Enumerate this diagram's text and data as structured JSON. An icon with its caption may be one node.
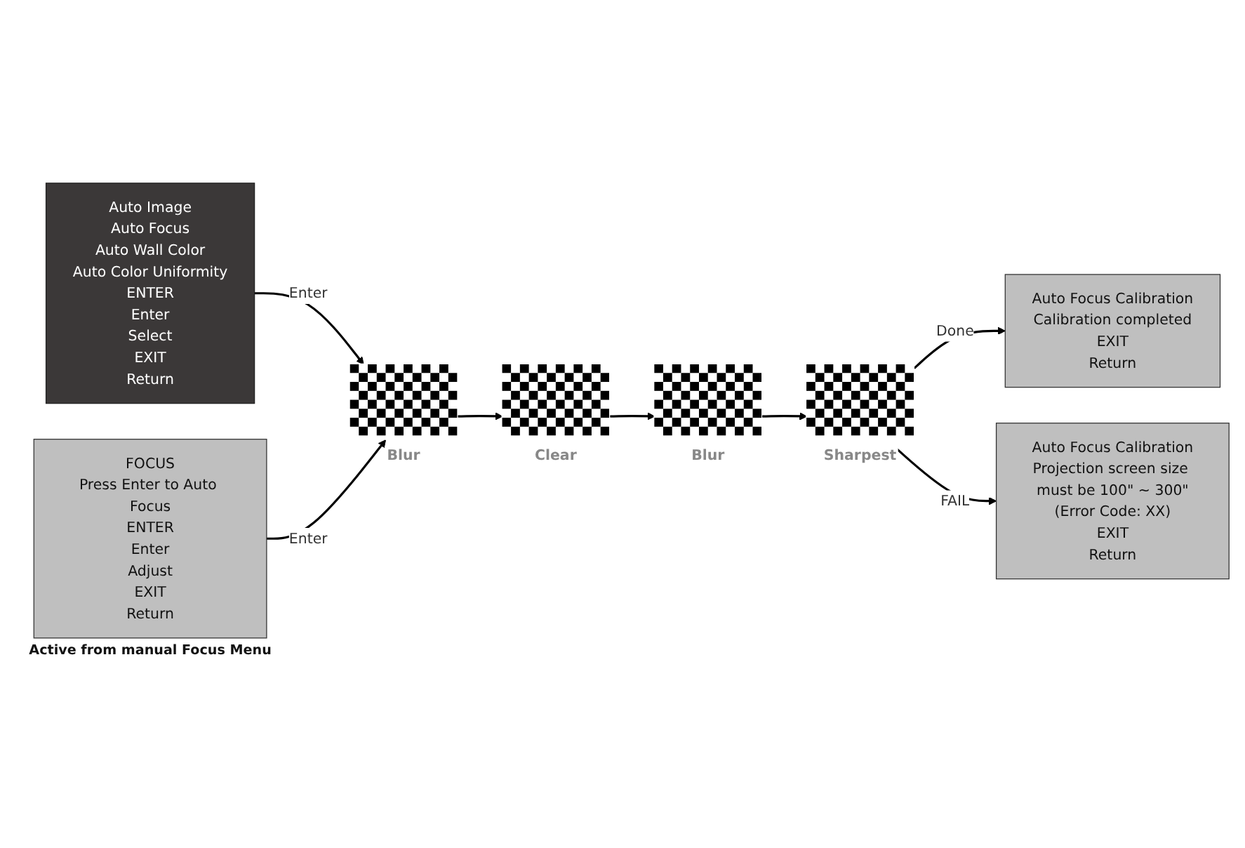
{
  "diagram": {
    "nodes": [
      {
        "text": [
          "Auto Image",
          "Auto Focus",
          "Auto Wall Color",
          "Auto Color Uniformity",
          "ENTER",
          "Enter",
          "Select",
          "EXIT",
          "Return"
        ]
      },
      {
        "text": [
          "FOCUS",
          "Press Enter to Auto Focus",
          "ENTER",
          "Enter",
          "Adjust",
          "EXIT",
          "Return"
        ],
        "beside": [
          "Active from manual Focus Menu"
        ]
      },
      {
        "text": [],
        "shape": "picture",
        "beside": [
          "Blur"
        ]
      },
      {
        "text": [],
        "shape": "picture",
        "beside": [
          "Clear"
        ]
      },
      {
        "text": [],
        "shape": "picture",
        "beside": [
          "Blur"
        ]
      },
      {
        "text": [],
        "shape": "picture",
        "beside": [
          "Sharpest"
        ]
      },
      {
        "text": [
          "Auto Focus Calibration",
          "Calibration completed",
          "EXIT",
          "Return"
        ]
      },
      {
        "text": [
          "Auto Focus Calibration",
          "Projection screen size must be 100\" ~ 300\"",
          "(Error Code: XX)",
          "EXIT",
          "Return"
        ]
      }
    ],
    "edges": [
      {
        "from": 0,
        "to": 2,
        "arrow": "to",
        "label": "Enter"
      },
      {
        "from": 1,
        "to": 2,
        "arrow": "to",
        "label": "Enter"
      },
      {
        "from": 2,
        "to": 3,
        "arrow": "to"
      },
      {
        "from": 3,
        "to": 4,
        "arrow": "to"
      },
      {
        "from": 4,
        "to": 5,
        "arrow": "to"
      },
      {
        "from": 5,
        "to": 6,
        "arrow": "to",
        "label": "Done"
      },
      {
        "from": 5,
        "to": 7,
        "arrow": "to",
        "label": "FAIL"
      }
    ]
  }
}
